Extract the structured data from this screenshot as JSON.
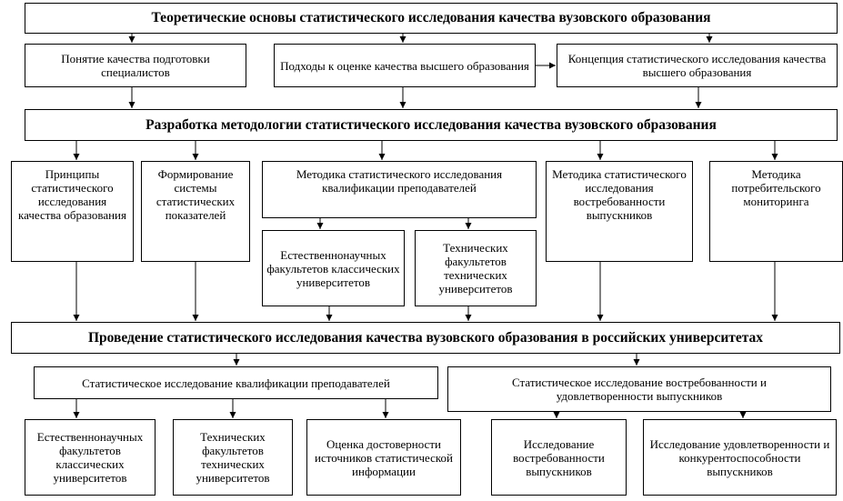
{
  "diagram": {
    "top_title": "Теоретические основы статистического исследования качества вузовского образования",
    "level1": {
      "concept_quality": "Понятие качества подготовки специалистов",
      "approaches": "Подходы к оценке качества высшего образования",
      "concept_stat": "Концепция статистического исследования качества высшего образования"
    },
    "methodology_title": "Разработка методологии статистического исследования  качества вузовского образования",
    "level2": {
      "principles": "Принципы статистического исследования качества образования",
      "indicators": "Формирование системы статистических показателей",
      "method_teachers": "Методика статистического исследования квалификации преподавателей",
      "natural_faculties": "Естественнонаучных факультетов классических университетов",
      "technical_faculties": "Технических факультетов технических университетов",
      "method_demand": "Методика статистического исследования востребованности выпускников",
      "method_consumer": "Методика потребительского мониторинга"
    },
    "conduct_title": "Проведение статистического исследования качества вузовского образования в российских университетах",
    "level3": {
      "teachers_research": "Статистическое исследование квалификации преподавателей",
      "graduates_research": "Статистическое исследование востребованности и удовлетворенности выпускников",
      "natural_faculties": "Естественнонаучных факультетов классических университетов",
      "technical_faculties": "Технических факультетов технических университетов",
      "reliability": "Оценка достоверности источников статистической информации",
      "demand_research": "Исследование востребованности выпускников",
      "satisfaction_research": "Исследование удовлетворенности и конкурентоспособности выпускников"
    }
  }
}
